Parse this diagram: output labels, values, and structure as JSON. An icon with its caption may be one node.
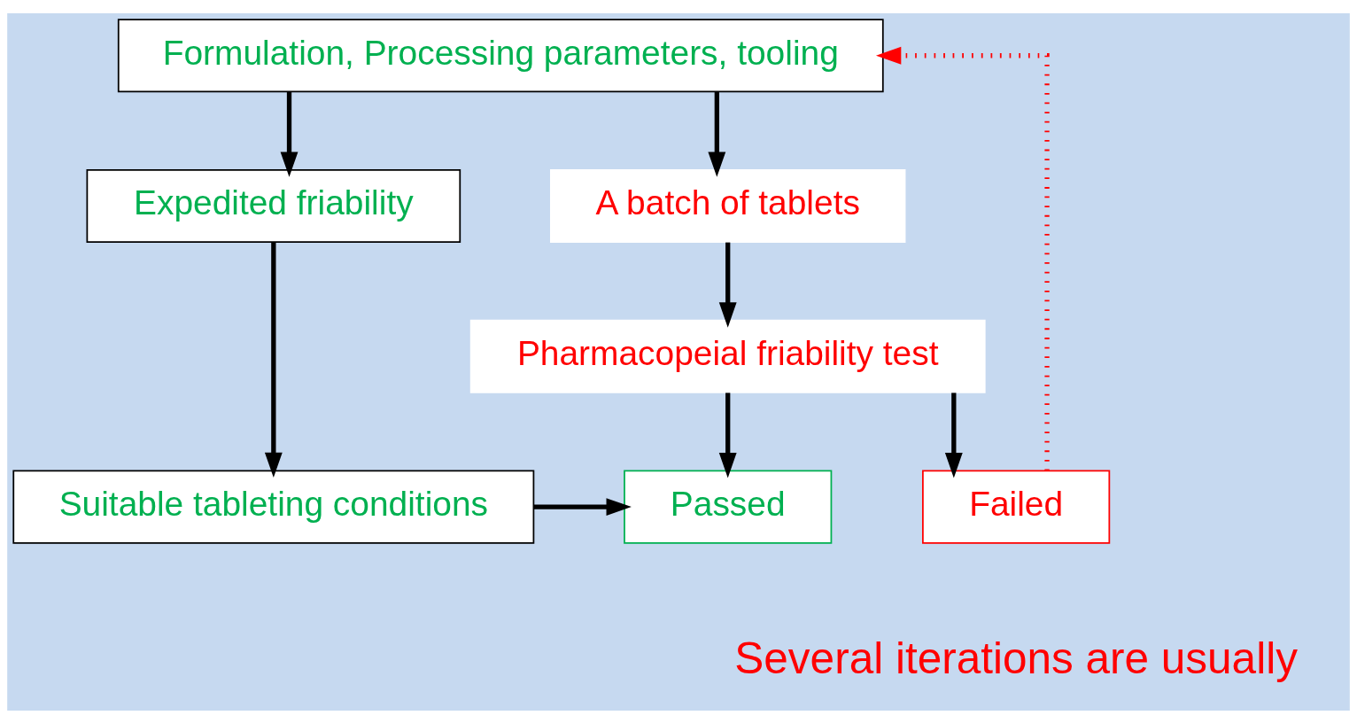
{
  "diagram": {
    "nodes": [
      {
        "text": [
          "Formulation, Processing parameters, tooling"
        ]
      },
      {
        "text": [
          "A batch of tablets"
        ]
      },
      {
        "text": [
          "Pharmacopeial friability test"
        ]
      },
      {
        "text": [
          "Failed"
        ]
      },
      {
        "text": [
          "Passed"
        ]
      },
      {
        "text": [
          "Expedited friability"
        ]
      },
      {
        "text": [
          "Suitable tableting conditions"
        ]
      }
    ],
    "edges": [
      {
        "from": 0,
        "to": 1,
        "arrow": "to"
      },
      {
        "from": 0,
        "to": 5,
        "arrow": "to"
      },
      {
        "from": 1,
        "to": 2,
        "arrow": "to"
      },
      {
        "from": 2,
        "to": 3,
        "arrow": "to"
      },
      {
        "from": 2,
        "to": 4,
        "arrow": "to"
      },
      {
        "from": 5,
        "to": 6,
        "arrow": "to"
      },
      {
        "from": 6,
        "to": 4,
        "arrow": "to"
      },
      {
        "from": 3,
        "to": 0,
        "arrow": "to",
        "style": "dashed",
        "color": "#ff0000"
      }
    ],
    "labels": [
      "Several iterations are usually"
    ]
  }
}
